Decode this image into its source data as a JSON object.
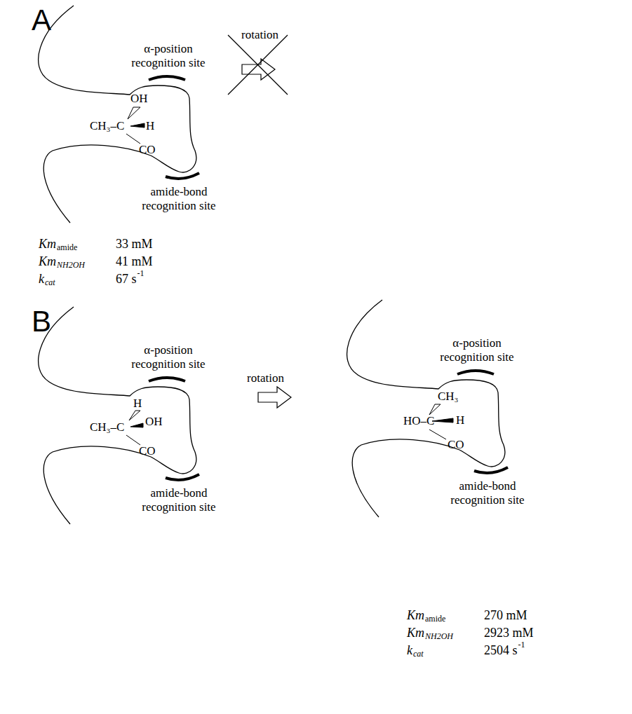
{
  "diagram": {
    "labels": [
      "A",
      "α-position recognition site",
      "OH",
      "CH₃–C",
      "H",
      "CO",
      "amide-bond recognition site",
      "rotation",
      "Km",
      "amide",
      "33 mM",
      "Km",
      "NH2OH",
      "41 mM",
      "k",
      "cat",
      "67 s",
      "-1",
      "B",
      "α-position recognition site",
      "H",
      "OH",
      "CH₃–C",
      "CO",
      "amide-bond recognition site",
      "rotation",
      "α-position recognition site",
      "CH₃",
      "HO–C",
      "H",
      "CO",
      "amide-bond recognition site",
      "Km",
      "amide",
      "270 mM",
      "Km",
      "NH2OH",
      "2923 mM",
      "k",
      "cat",
      "2504 s",
      "-1"
    ]
  }
}
